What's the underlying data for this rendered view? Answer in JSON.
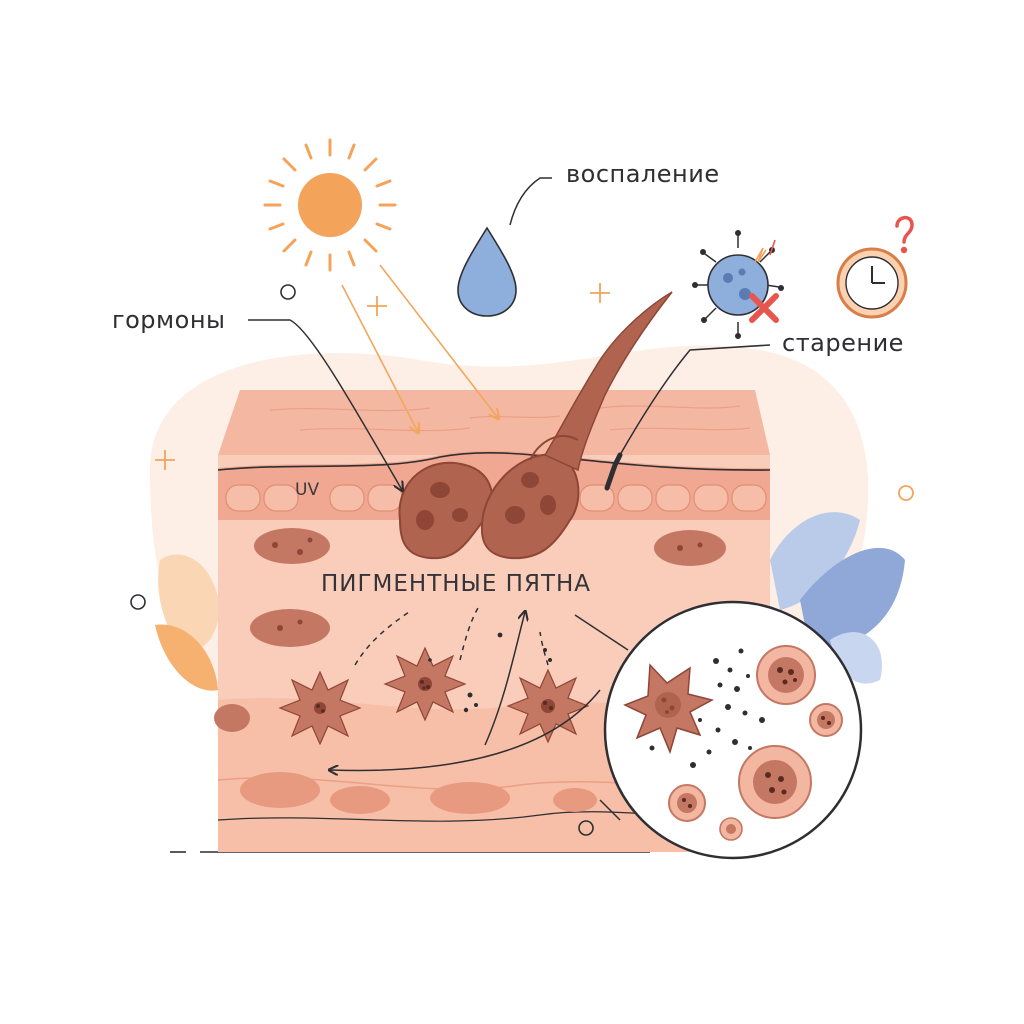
{
  "labels": {
    "inflammation": "воспаление",
    "hormones": "гормоны",
    "aging": "старение",
    "uv": "UV",
    "pigment_spots": "ПИГМЕНТНЫЕ ПЯТНА"
  },
  "icons": [
    "sun-icon",
    "water-drop-icon",
    "virus-icon",
    "clock-icon",
    "question-mark-icon",
    "magnifier-lens"
  ],
  "colors": {
    "skin_top": "#f4b7a2",
    "skin_body": "#f9cdb9",
    "pigment": "#b0634f",
    "sun": "#f3a35a",
    "drop": "#8eaedc",
    "leaf_blue": "#8fa8d8",
    "leaf_orange": "#f6b070",
    "alert_red": "#e8554e"
  }
}
